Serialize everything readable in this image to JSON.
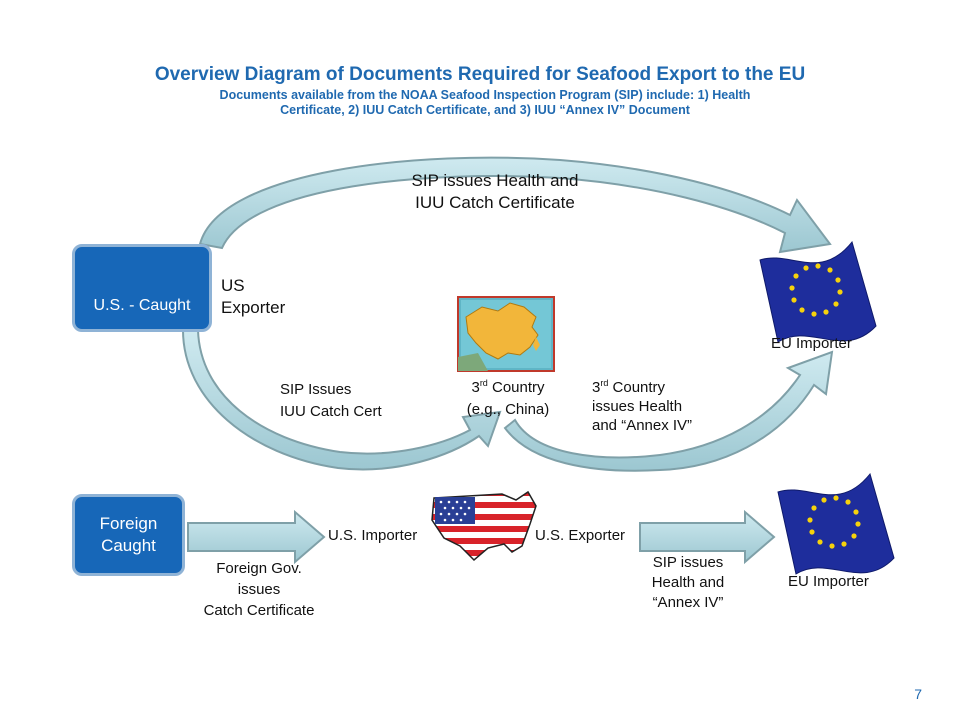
{
  "header": {
    "title": "Overview Diagram of Documents Required for Seafood Export to the EU",
    "subtitle": "Documents available from the NOAA Seafood Inspection Program (SIP) include: 1) Health Certificate, 2) IUU Catch Certificate, and 3) IUU “Annex IV” Document"
  },
  "top_flow": {
    "us_caught_box": "U.S. - Caught",
    "us_exporter_line1": "US",
    "us_exporter_line2": "Exporter",
    "top_arrow_line1": "SIP issues Health and",
    "top_arrow_line2": "IUU Catch Certificate",
    "sip_issues_line1": "SIP Issues",
    "sip_issues_line2": "IUU Catch Cert",
    "third_country_num": "3",
    "third_country_sup": "rd",
    "third_country_word": " Country",
    "third_country_example": "(e.g., China)",
    "third_issues_num": "3",
    "third_issues_sup": "rd",
    "third_issues_line1": " Country",
    "third_issues_line2": "issues Health",
    "third_issues_line3": "and “Annex IV”",
    "eu_importer": "EU Importer"
  },
  "bottom_flow": {
    "foreign_box_line1": "Foreign",
    "foreign_box_line2": "Caught",
    "us_importer": "U.S. Importer",
    "us_exporter": "U.S. Exporter",
    "foreign_gov_line1": "Foreign Gov.",
    "foreign_gov_line2": "issues",
    "foreign_gov_line3": "Catch Certificate",
    "sip_line1": "SIP issues",
    "sip_line2": "Health and",
    "sip_line3": "“Annex IV”",
    "eu_importer": "EU Importer"
  },
  "page_number": "7",
  "colors": {
    "title_blue": "#1f69b0",
    "box_blue": "#1767b8",
    "arrow_fill": "#b8dde4",
    "arrow_stroke": "#7fa0a8",
    "eu_blue": "#1e2d9c",
    "eu_star": "#f6d20c"
  },
  "icons": {
    "us_map": "us-flag-map-icon",
    "china_map": "china-map-icon",
    "eu_flag": "eu-flag-icon"
  }
}
